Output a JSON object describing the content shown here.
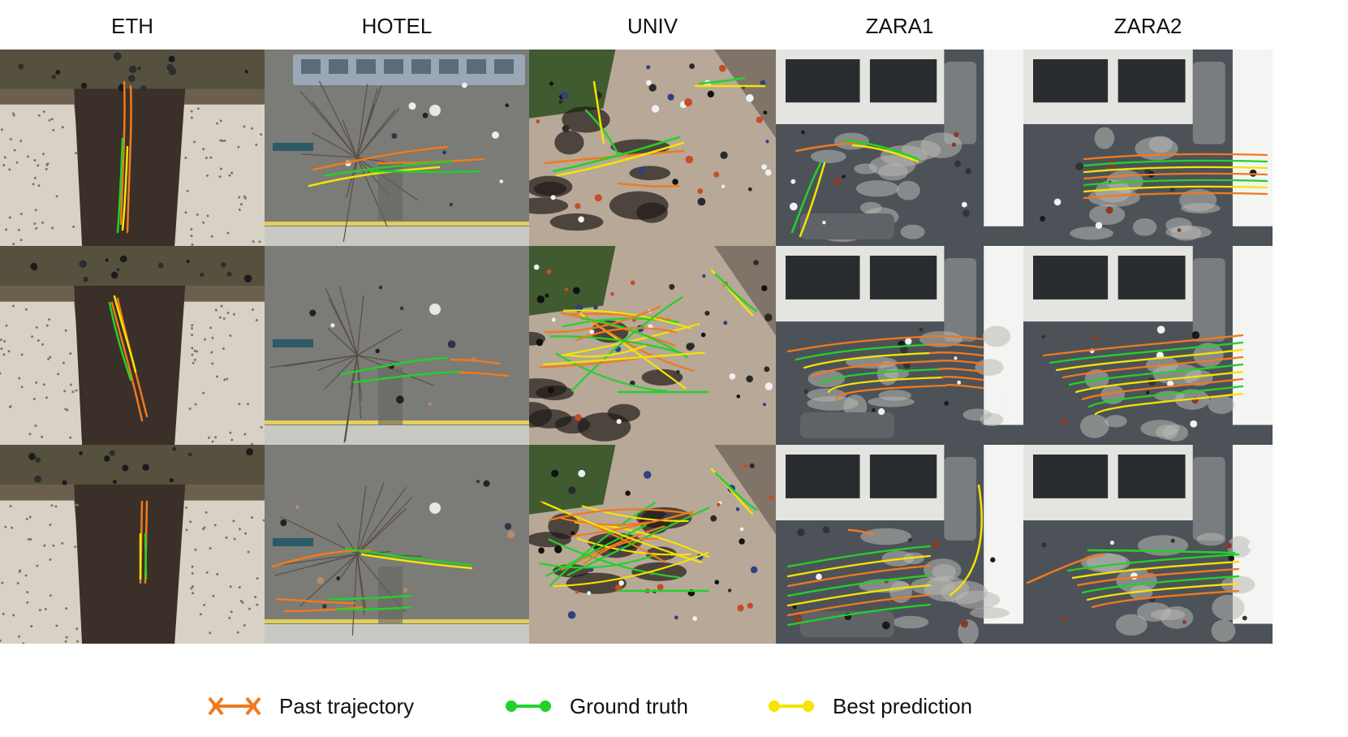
{
  "figure": {
    "columns": [
      {
        "key": "eth",
        "label": "ETH"
      },
      {
        "key": "hotel",
        "label": "HOTEL"
      },
      {
        "key": "univ",
        "label": "UNIV"
      },
      {
        "key": "zara1",
        "label": "ZARA1"
      },
      {
        "key": "zara2",
        "label": "ZARA2"
      }
    ],
    "rows": 3
  },
  "legend": {
    "past": {
      "label": "Past trajectory",
      "color": "#f07a1e",
      "marker": "cross-marker-icon"
    },
    "truth": {
      "label": "Ground truth",
      "color": "#22d12a",
      "marker": "dot-marker-icon"
    },
    "pred": {
      "label": "Best prediction",
      "color": "#f4e400",
      "marker": "dot-marker-icon"
    }
  },
  "colors": {
    "background": "#ffffff",
    "eth_ground": "#3b2f29",
    "eth_snow": "#d8d2c6",
    "hotel_ground": "#7b7b77",
    "univ_ground": "#b7a898",
    "zara_ground": "#4d5258",
    "zara_building": "#e4e4e0"
  }
}
